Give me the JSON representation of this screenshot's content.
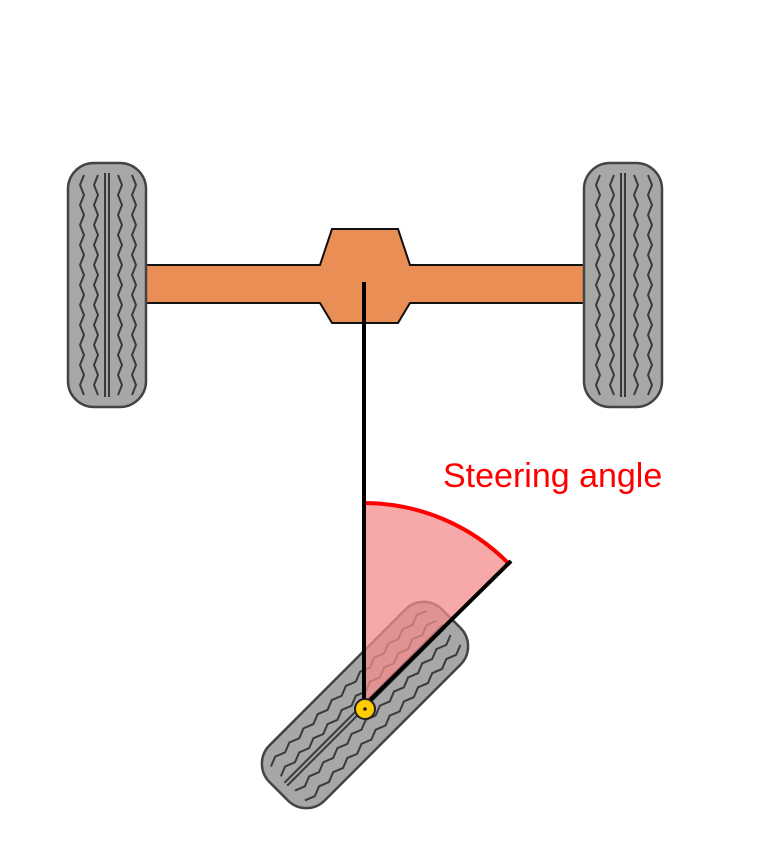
{
  "label": {
    "text": "Steering angle"
  },
  "colors": {
    "background": "#ffffff",
    "axle": "#e98e54",
    "outline": "#111111",
    "tire_fill": "#a7a7a7",
    "tire_tread": "#3a3a3a",
    "angle_fill": "#f48c8c",
    "angle_arc": "#ff0000",
    "label": "#ff0000",
    "pivot": "#ffcc00",
    "steering_line": "#000000"
  },
  "parts": {
    "axle": "rear-axle-with-differential",
    "left_wheel": "tire",
    "right_wheel": "tire",
    "front_wheel": "steered-tire",
    "pivot": "steering-pivot"
  }
}
